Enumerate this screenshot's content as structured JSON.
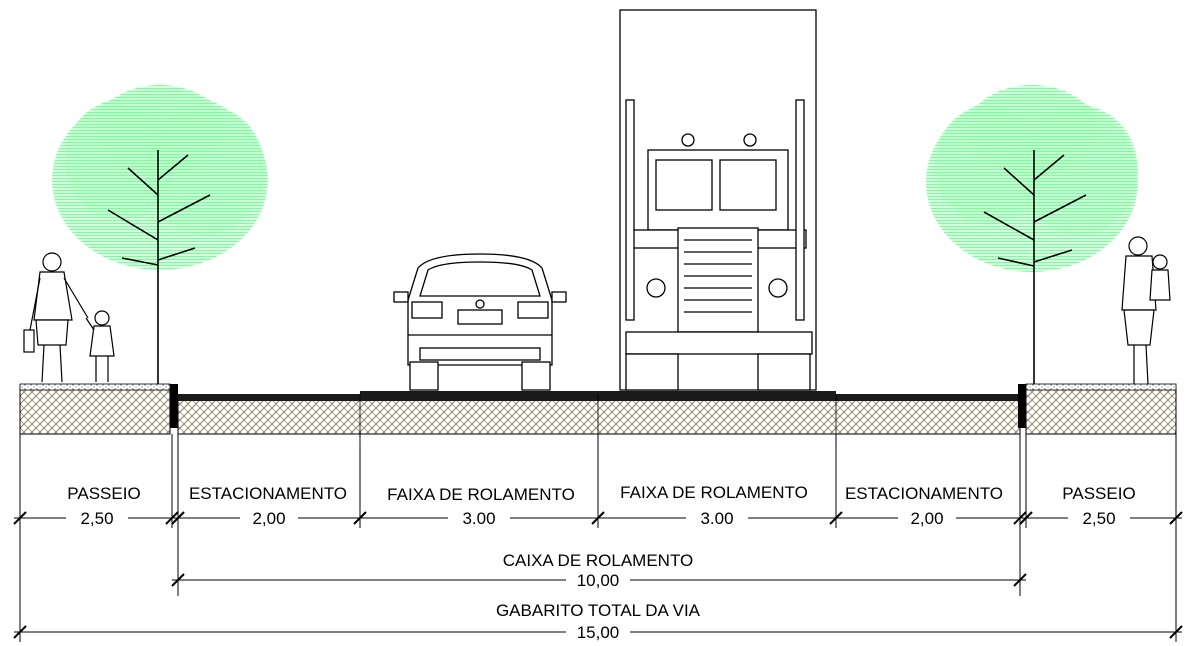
{
  "colors": {
    "foliage": "#7CFC9A",
    "ink": "#000000",
    "asphalt": "#1a1a1a",
    "pavement_hatch": "#8a8060",
    "background": "#ffffff"
  },
  "sections": [
    {
      "label": "PASSEIO",
      "value": "2,50"
    },
    {
      "label": "ESTACIONAMENTO",
      "value": "2,00"
    },
    {
      "label": "FAIXA DE ROLAMENTO",
      "value": "3.00"
    },
    {
      "label": "FAIXA DE ROLAMENTO",
      "value": "3.00"
    },
    {
      "label": "ESTACIONAMENTO",
      "value": "2,00"
    },
    {
      "label": "PASSEIO",
      "value": "2,50"
    }
  ],
  "caixa": {
    "label": "CAIXA DE ROLAMENTO",
    "value": "10,00"
  },
  "total": {
    "label": "GABARITO TOTAL DA VIA",
    "value": "15,00"
  }
}
